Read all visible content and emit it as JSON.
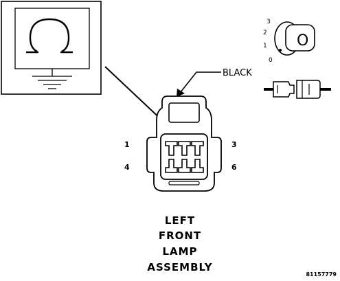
{
  "meter": {
    "symbol": "Ω"
  },
  "connector": {
    "wire_color_label": "BLACK",
    "pin_labels": {
      "top_left": "1",
      "top_right": "3",
      "bottom_left": "4",
      "bottom_right": "6"
    }
  },
  "ignition_switch": {
    "positions": [
      "3",
      "2",
      "1",
      "0"
    ],
    "key_symbol": "O"
  },
  "caption": {
    "lines": [
      "LEFT",
      "FRONT",
      "LAMP",
      "ASSEMBLY"
    ]
  },
  "figure_id": "81157779"
}
